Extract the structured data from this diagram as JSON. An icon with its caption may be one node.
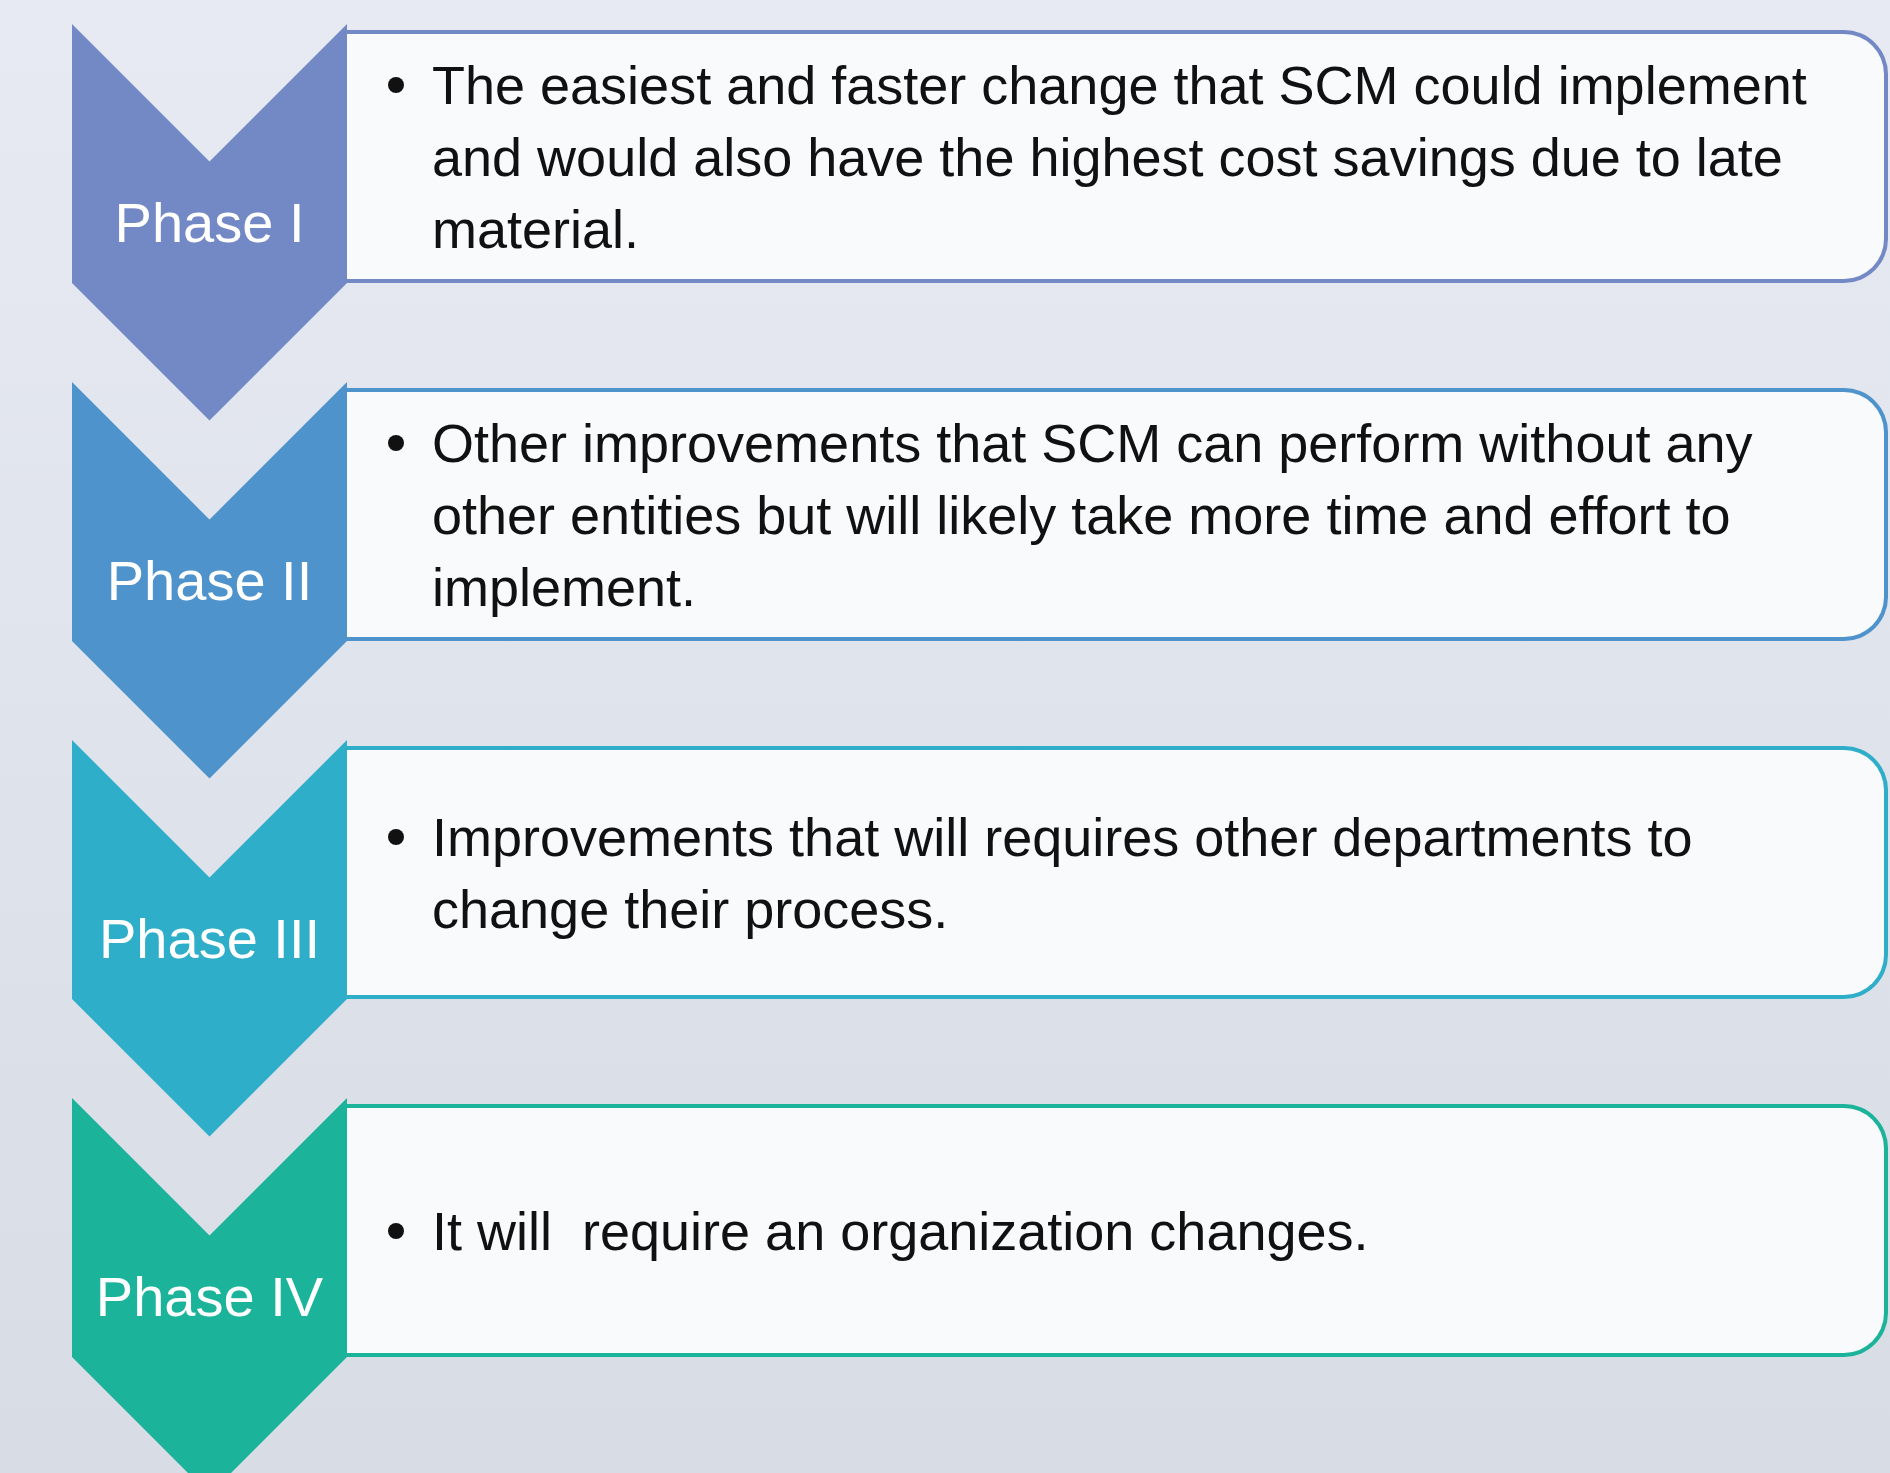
{
  "diagram": {
    "nodes": [
      {
        "text": [
          "Phase I"
        ]
      },
      {
        "text": [
          "The easiest and faster change that SCM could implement and would also have the highest cost savings due to late material."
        ]
      },
      {
        "text": [
          "Phase II"
        ]
      },
      {
        "text": [
          "Other improvements that SCM can perform without any other entities but will likely take more time and effort to implement."
        ]
      },
      {
        "text": [
          "Phase III"
        ]
      },
      {
        "text": [
          "Improvements that will requires other departments to change their process."
        ]
      },
      {
        "text": [
          "Phase IV"
        ]
      },
      {
        "text": [
          "It will  require an organization changes."
        ]
      }
    ]
  }
}
